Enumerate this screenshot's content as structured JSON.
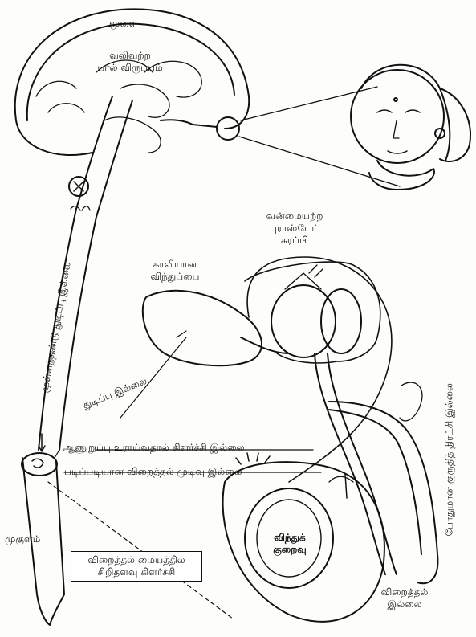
{
  "labels": {
    "brain": "மூளை",
    "no_sexual_desire_1": "வலிவற்ற",
    "no_sexual_desire_2": "பால் விருப்பம்",
    "weak_prostate_1": "வன்மையற்ற",
    "weak_prostate_2": "புராஸ்டேட்",
    "weak_prostate_3": "சுரப்பி",
    "empty_vesicle_1": "காலியான",
    "empty_vesicle_2": "விந்துப்பை",
    "spinal_no_stimulus": "முள்ளந்தண்டு துடிப்பு இல்லை",
    "no_pulse": "துடிப்பு இல்லை",
    "friction_no_excitement": "ஆணுறுப்பு உராய்வதால் கிளர்ச்சி இல்லை",
    "no_gradual_erection": "படிப்படியான விறைத்தல் முடிவு இல்லை",
    "bulb": "முகுளம்",
    "slight_excitement_1": "விறைத்தல் மையத்தில்",
    "slight_excitement_2": "சிறிதளவு கிளர்ச்சி",
    "low_semen_1": "விந்துக்",
    "low_semen_2": "குறைவு",
    "no_erection_1": "விறைத்தல்",
    "no_erection_2": "இல்லை",
    "sufficient_blood": "போதுமான குருதித் திரட்சி இல்லை"
  },
  "colors": {
    "ink": "#111111",
    "paper": "#fdfdfb"
  }
}
